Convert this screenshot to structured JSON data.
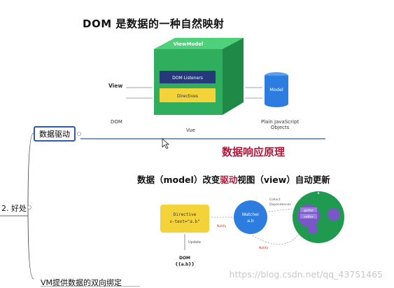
{
  "slide": {
    "title_top": "DOM 是数据的一种自然映射",
    "diagram1": {
      "viewmodel_label": "ViewModel",
      "dom_listeners": "DOM Listeners",
      "directives": "Directives",
      "model_label": "Model",
      "view_label": "View",
      "dom_label": "DOM",
      "vue_label": "Vue",
      "plain_js": [
        "Plain JavaScript",
        "Objects"
      ]
    },
    "red_title": "数据响应原理",
    "sub_title_parts": [
      "数据（model）改变",
      "驱动",
      "视图（view）自动更新"
    ],
    "diagram2": {
      "directive_lines": [
        "Directive",
        "v-text=\"a.b\""
      ],
      "watcher_lines": [
        "Watcher",
        "a.b"
      ],
      "collect": [
        "Collect",
        "Dependences"
      ],
      "notify_left": "Notify",
      "notify_bottom": "Notify",
      "update": "Update",
      "dom_lines": [
        "DOM",
        "{{a.b}}"
      ],
      "circle_top": "a",
      "circle_getter": "getter",
      "circle_setter": "setter"
    }
  },
  "mindmap": {
    "node_data_driven": "数据驱动",
    "node_benefit": "2. 好处",
    "node_vm": "VM提供数据的双向绑定"
  },
  "watermark": "https://blog.csdn.net/qq_43751465",
  "colors": {
    "cube_front": "#2fae5e",
    "cube_top": "#4fd07a",
    "cube_side": "#1f8a48",
    "listener_box": "#263a7a",
    "directives_box": "#f3d23a",
    "model_cyl": "#2d7de0",
    "red_title": "#b3163a",
    "mindmap_line": "#2e5aa8",
    "purple": "#7a57c9"
  }
}
